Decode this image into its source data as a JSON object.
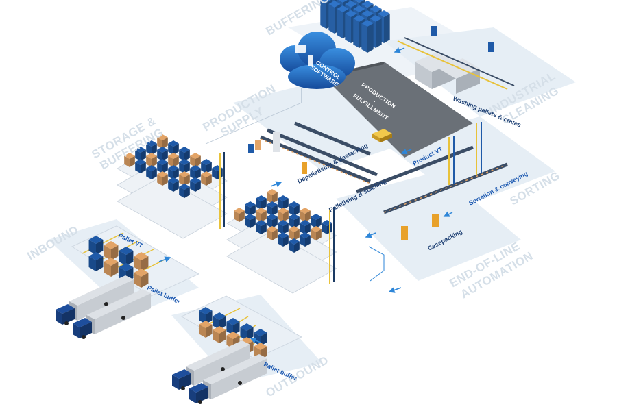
{
  "zones": {
    "buffering": "BUFFERING",
    "production_supply": [
      "PRODUCTION",
      "SUPPLY"
    ],
    "storage_buffering": [
      "STORAGE &",
      "BUFFERING"
    ],
    "industrial_cleaning": [
      "INDUSTRIAL",
      "CLEANING"
    ],
    "sorting": "SORTING",
    "inbound": "INBOUND",
    "end_of_line": [
      "END-OF-LINE",
      "AUTOMATION"
    ],
    "outbound": "OUTBOUND"
  },
  "cloud": {
    "line1": "CONTROL",
    "line2": "SOFTWARE"
  },
  "floor": {
    "line1": "PRODUCTION",
    "line2": "-",
    "line3": "FULFILLMENT"
  },
  "process_labels": {
    "washing": "Washing pallets & crates",
    "depalletising": "Depalletising & destacking",
    "palletising": "Palletising & stacking",
    "product_vt": "Product VT",
    "sortation": "Sortation & conveying",
    "casepacking": "Casepacking",
    "pallet_vt": "Pallet VT",
    "pallet_buffer_inbound": "Pallet buffer",
    "pallet_buffer_outbound": "Pallet buffer"
  },
  "colors": {
    "zone_bg": "#e6eef5",
    "floor_dark": "#6a7077",
    "rack_blue": "#1f5aa8",
    "crate_blue": "#2f74c8",
    "box_orange": "#e3a467",
    "truck_cab": "#1e4e9c",
    "truck_trailer": "#c7ccd2",
    "rail_yellow": "#e8c23a",
    "arrow_blue": "#2e86d8",
    "label_dark": "#1d3f73",
    "zone_text": "#d5dfe8"
  }
}
